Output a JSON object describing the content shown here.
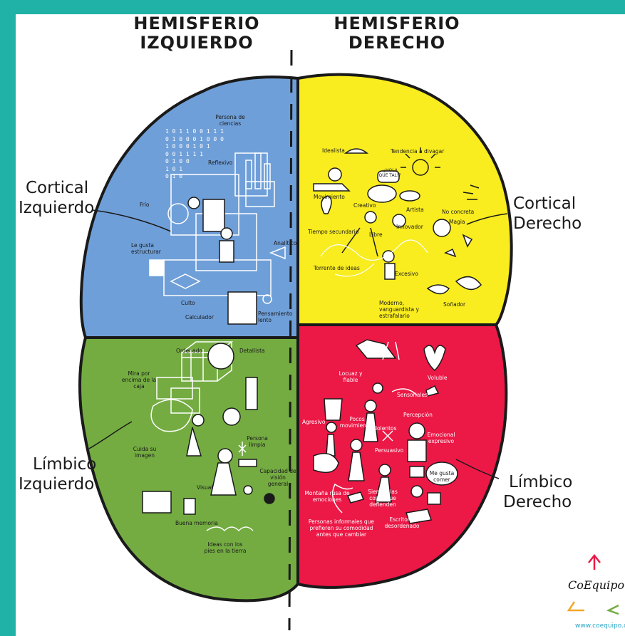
{
  "headings": {
    "left_line1": "HEMISFERIO",
    "left_line2": "IZQUIERDO",
    "right_line1": "HEMISFERIO",
    "right_line2": "DERECHO"
  },
  "quadrants": {
    "cortical_left": {
      "label_line1": "Cortical",
      "label_line2": "Izquierdo",
      "color": "#6f9fd8",
      "traits": [
        "Persona de ciencias",
        "Reflexivo",
        "Frío",
        "Le gusta estructurar",
        "Analítico",
        "Culto",
        "Calculador",
        "Pensamiento lento"
      ]
    },
    "cortical_right": {
      "label_line1": "Cortical",
      "label_line2": "Derecho",
      "color": "#f9ec1f",
      "traits": [
        "Idealista",
        "Tendencia a divagar",
        "¡¡HOLA QUE TAL!?",
        "Movimiento",
        "Creativo",
        "Artista",
        "No concreta",
        "Magia",
        "Tiempo secundario",
        "Libre",
        "Innovador",
        "Torrente de ideas",
        "Excesivo",
        "Moderno, vanguardista y estrafalario",
        "Soñador"
      ]
    },
    "limbic_left": {
      "label_line1": "Límbico",
      "label_line2": "Izquierdo",
      "color": "#74ac42",
      "traits": [
        "Ordenado",
        "Detallista",
        "Mira por encima de la caja",
        "Cuida su imagen",
        "Persona limpia",
        "Capacidad de visión general",
        "Visual",
        "Buena memoria",
        "Ideas con los pies en la tierra"
      ]
    },
    "limbic_right": {
      "label_line1": "Límbico",
      "label_line2": "Derecho",
      "color": "#ec1846",
      "traits": [
        "Locuaz y fiable",
        "Voluble",
        "Sensoriales",
        "Percepción",
        "Agresivo",
        "Pocos movimientos",
        "Violentos",
        "Emocional expresivo",
        "Persuasivo",
        "Me gusta comer",
        "Montaña rusa de emociones",
        "Sienten las cosas que defienden",
        "Personas informales que prefieren su comodidad antes que cambiar",
        "Escritorio desordenado"
      ]
    }
  },
  "binary_lines": [
    "1 0 1 1 0 0 1 1 1",
    "0 1 0 0 0 1 0 0 0",
    "1 0 0 0 1 0 1",
    "0 0 1 1 1 1",
    "0 1 0 0",
    "1 0 1",
    "0 1 0"
  ],
  "logo": {
    "name": "CoEquipo",
    "url": "www.coequipo.c"
  },
  "colors": {
    "background": "#20b2a6",
    "outline": "#1a1a1a"
  }
}
